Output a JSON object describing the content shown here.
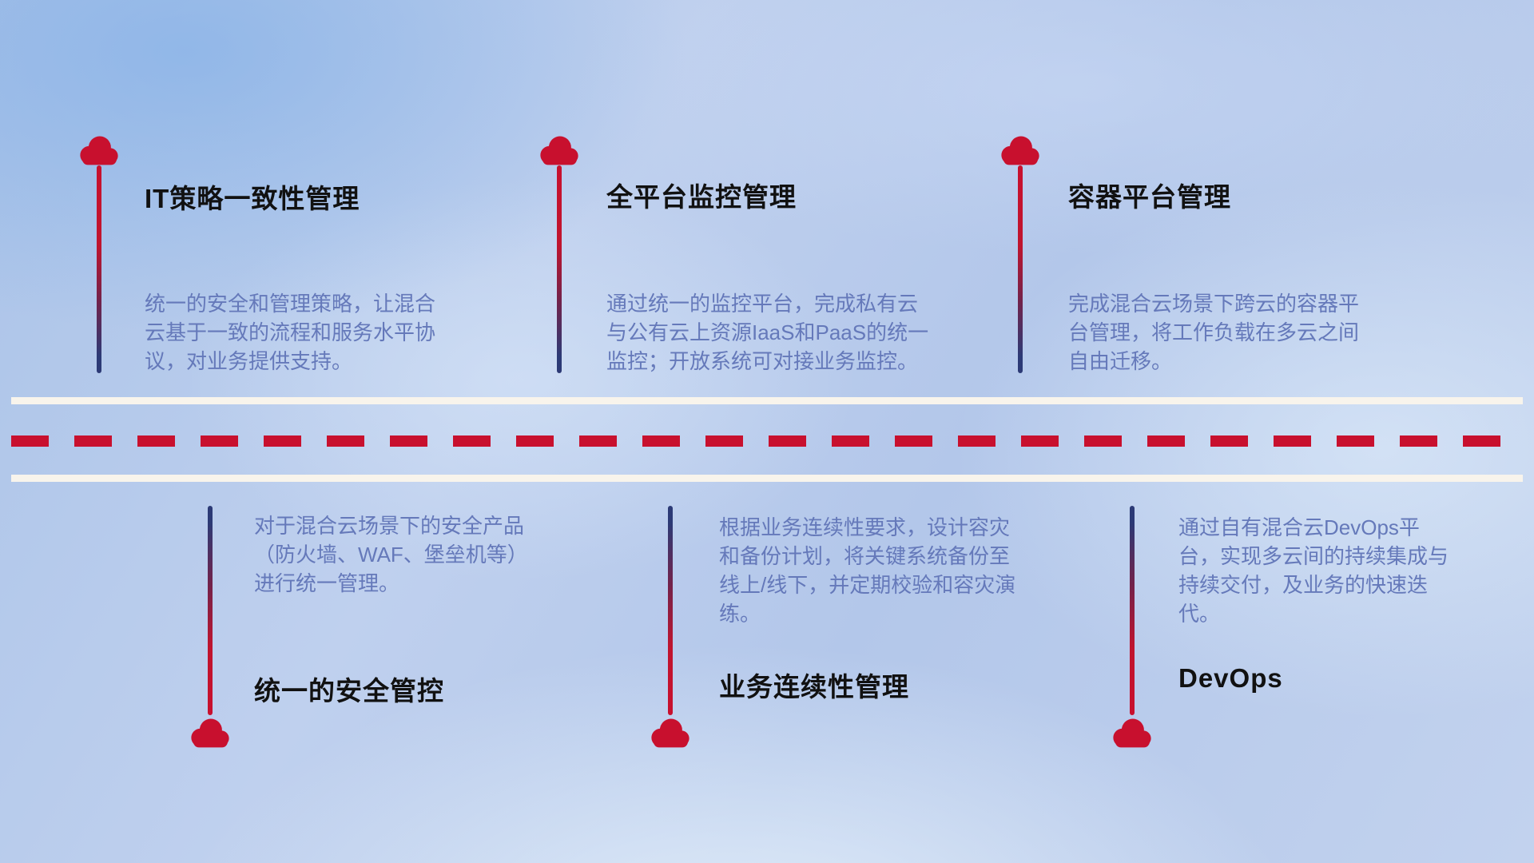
{
  "diagram": {
    "top_items": [
      {
        "title": "IT策略一致性管理",
        "description": "统一的安全和管理策略，让混合云基于一致的流程和服务水平协议，对业务提供支持。"
      },
      {
        "title": "全平台监控管理",
        "description": "通过统一的监控平台，完成私有云与公有云上资源IaaS和PaaS的统一监控；开放系统可对接业务监控。"
      },
      {
        "title": "容器平台管理",
        "description": "完成混合云场景下跨云的容器平台管理，将工作负载在多云之间自由迁移。"
      }
    ],
    "bottom_items": [
      {
        "title": "统一的安全管控",
        "description": "对于混合云场景下的安全产品（防火墙、WAF、堡垒机等）进行统一管理。"
      },
      {
        "title": "业务连续性管理",
        "description": "根据业务连续性要求，设计容灾和备份计划，将关键系统备份至线上/线下，并定期校验和容灾演练。"
      },
      {
        "title": "DevOps",
        "description": "通过自有混合云DevOps平台，实现多云间的持续集成与持续交付，及业务的快速迭代。"
      }
    ]
  },
  "icons": {
    "cloud": "☁"
  },
  "colors": {
    "cloud_red": "#c8102e",
    "dash_red": "#c8102e",
    "connector_navy": "#2c3a76",
    "title_text": "#111111",
    "description_text": "#6579ba",
    "road_line": "#f8f4ec",
    "background_blue": "#b6c9ea"
  }
}
